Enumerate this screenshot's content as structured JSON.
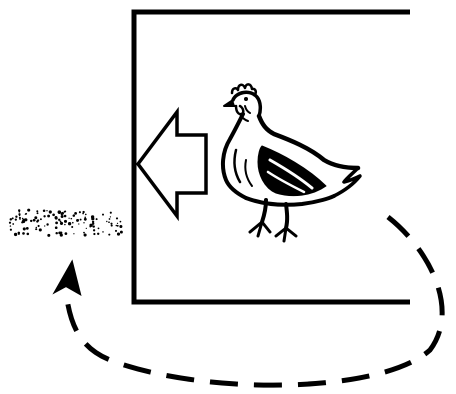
{
  "diagram": {
    "enclosure": {
      "shape": "three-sided box open on the right",
      "stroke_color": "#000000"
    },
    "hen": {
      "icon": "hen-icon",
      "fill_color": "#000000"
    },
    "arrow": {
      "icon": "left-arrow-icon",
      "direction": "left",
      "style": "outline"
    },
    "droppings": {
      "icon": "scattered-dots-icon",
      "color": "#000000"
    },
    "return_path": {
      "icon": "dashed-curved-arrow-icon",
      "style": "dashed",
      "color": "#000000"
    }
  }
}
